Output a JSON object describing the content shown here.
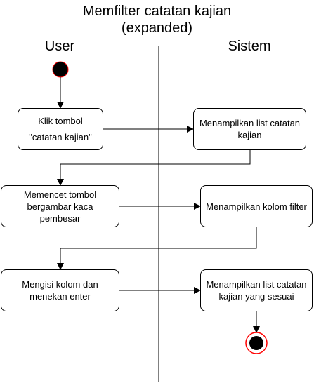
{
  "diagram": {
    "title_line1": "Memfilter catatan kajian",
    "title_line2": "(expanded)",
    "lanes": {
      "left": "User",
      "right": "Sistem"
    },
    "nodes": {
      "user_1_line1": "Klik tombol",
      "user_1_line2": "\"catatan kajian\"",
      "sys_1_line1": "Menampilkan list catatan",
      "sys_1_line2": "kajian",
      "user_2_line1": "Memencet tombol",
      "user_2_line2": "bergambar kaca",
      "user_2_line3": "pembesar",
      "sys_2_line1": "Menampilkan kolom filter",
      "user_3_line1": "Mengisi kolom dan",
      "user_3_line2": "menekan enter",
      "sys_3_line1": "Menampilkan list catatan",
      "sys_3_line2": "kajian yang sesuai"
    },
    "colors": {
      "line": "#000000",
      "start_fill": "#000000",
      "end_ring": "#ff0000",
      "end_fill": "#000000",
      "node_fill": "#ffffff"
    }
  }
}
